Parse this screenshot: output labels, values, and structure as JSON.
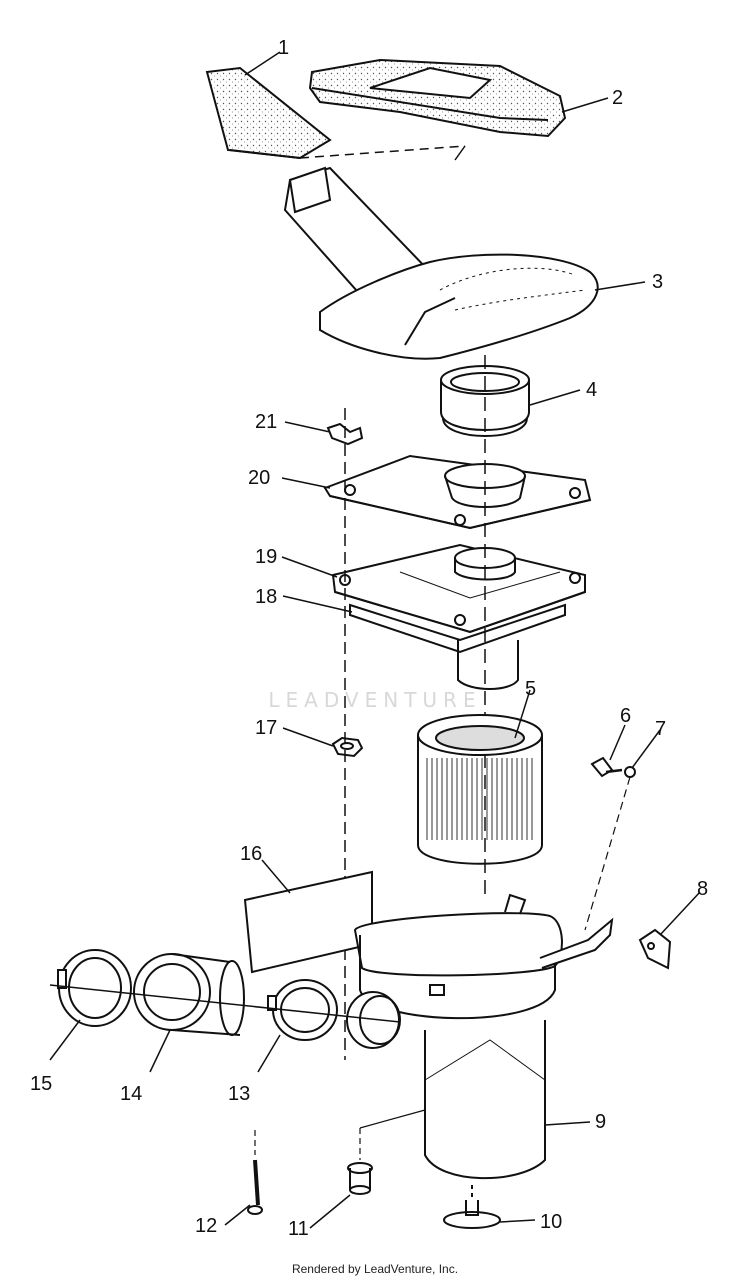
{
  "callouts": [
    {
      "id": "1",
      "label": "1"
    },
    {
      "id": "2",
      "label": "2"
    },
    {
      "id": "3",
      "label": "3"
    },
    {
      "id": "4",
      "label": "4"
    },
    {
      "id": "5",
      "label": "5"
    },
    {
      "id": "6",
      "label": "6"
    },
    {
      "id": "7",
      "label": "7"
    },
    {
      "id": "8",
      "label": "8"
    },
    {
      "id": "9",
      "label": "9"
    },
    {
      "id": "10",
      "label": "10"
    },
    {
      "id": "11",
      "label": "11"
    },
    {
      "id": "12",
      "label": "12"
    },
    {
      "id": "13",
      "label": "13"
    },
    {
      "id": "14",
      "label": "14"
    },
    {
      "id": "15",
      "label": "15"
    },
    {
      "id": "16",
      "label": "16"
    },
    {
      "id": "17",
      "label": "17"
    },
    {
      "id": "18",
      "label": "18"
    },
    {
      "id": "19",
      "label": "19"
    },
    {
      "id": "20",
      "label": "20"
    },
    {
      "id": "21",
      "label": "21"
    }
  ],
  "watermark": "LEADVENTURE",
  "footer": "Rendered by LeadVenture, Inc."
}
